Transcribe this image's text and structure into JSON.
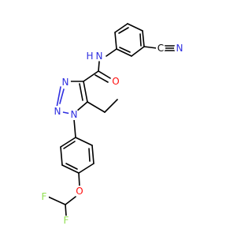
{
  "atoms": [
    {
      "id": "n_amide",
      "text": "N",
      "color": "#2f2fe0"
    },
    {
      "id": "h_amide",
      "text": "H",
      "color": "#2f2fe0"
    },
    {
      "id": "o_carbonyl",
      "text": "O",
      "color": "#ff0d0d"
    },
    {
      "id": "c_nitrile",
      "text": "C",
      "color": "#000000"
    },
    {
      "id": "n_nitrile",
      "text": "N",
      "color": "#2f2fe0"
    },
    {
      "id": "n_triazole_1",
      "text": "N",
      "color": "#2f2fe0"
    },
    {
      "id": "n_triazole_2",
      "text": "N",
      "color": "#2f2fe0"
    },
    {
      "id": "n_triazole_3",
      "text": "N",
      "color": "#2f2fe0"
    },
    {
      "id": "o_ether",
      "text": "O",
      "color": "#ff0d0d"
    },
    {
      "id": "f_1",
      "text": "F",
      "color": "#90e050"
    },
    {
      "id": "f_2",
      "text": "F",
      "color": "#90e050"
    }
  ]
}
